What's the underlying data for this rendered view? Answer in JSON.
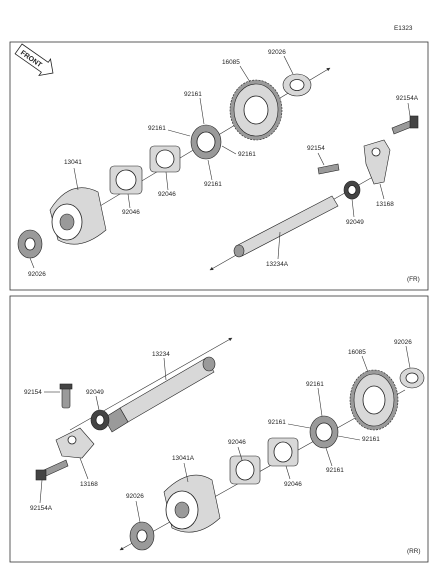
{
  "diagram_id": "E1323",
  "front_label": "FRONT",
  "panels": [
    {
      "region_tag": "(FR)",
      "callouts": [
        {
          "text": "16085"
        },
        {
          "text": "92026"
        },
        {
          "text": "92161"
        },
        {
          "text": "92161"
        },
        {
          "text": "92161"
        },
        {
          "text": "92161"
        },
        {
          "text": "92046"
        },
        {
          "text": "92046"
        },
        {
          "text": "13041"
        },
        {
          "text": "92026"
        },
        {
          "text": "92154A"
        },
        {
          "text": "92154"
        },
        {
          "text": "13168"
        },
        {
          "text": "92049"
        },
        {
          "text": "13234A"
        }
      ]
    },
    {
      "region_tag": "(RR)",
      "callouts": [
        {
          "text": "13234"
        },
        {
          "text": "92154"
        },
        {
          "text": "92049"
        },
        {
          "text": "13168"
        },
        {
          "text": "92154A"
        },
        {
          "text": "16085"
        },
        {
          "text": "92026"
        },
        {
          "text": "92161"
        },
        {
          "text": "92161"
        },
        {
          "text": "92161"
        },
        {
          "text": "92161"
        },
        {
          "text": "92046"
        },
        {
          "text": "92046"
        },
        {
          "text": "13041A"
        },
        {
          "text": "92026"
        }
      ]
    }
  ]
}
